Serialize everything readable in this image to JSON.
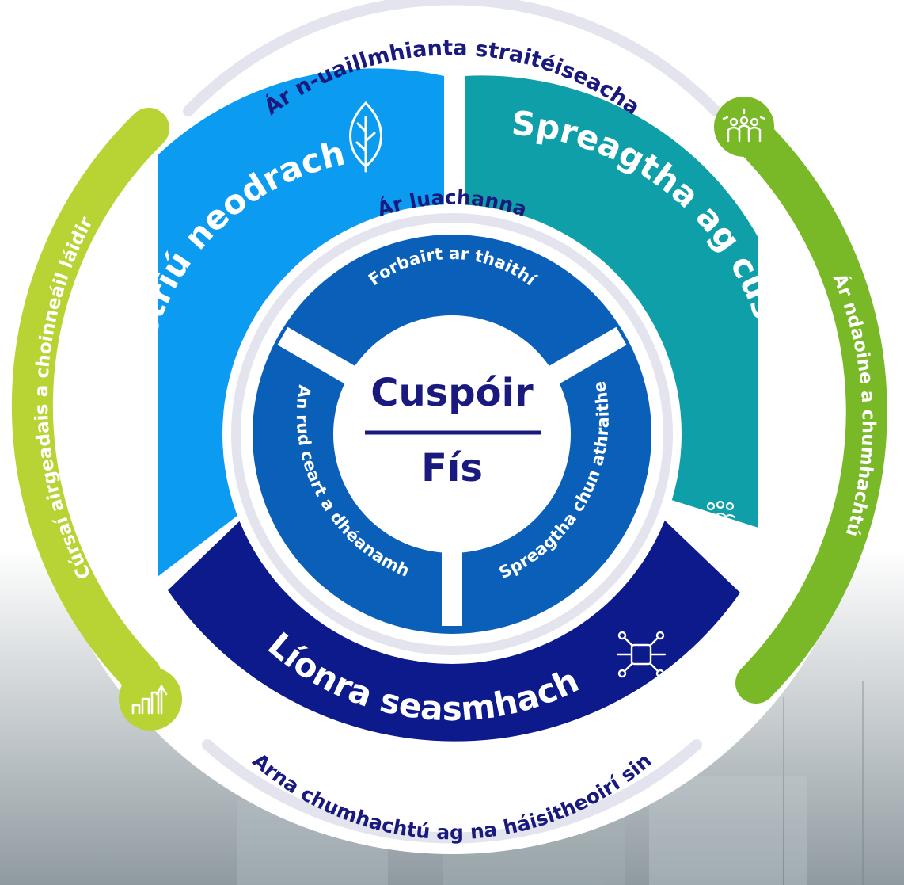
{
  "center": {
    "top": "Cuspóir",
    "bottom": "Fís"
  },
  "labels": {
    "ambitions_heading": "Ár n-uaillmhianta straitéiseacha",
    "values_heading": "Ár luachanna",
    "empowered_footer": "Arna chumhachtú ag na háisitheoirí sin"
  },
  "segments": {
    "neutral_transition": "An t-aistriú neodrach",
    "inspired_customers": "Spreagtha ag custaiméirí",
    "sustainable_network": "Líonra seasmhach"
  },
  "values": {
    "experience": "Forbairt ar thaithí",
    "right_thing": "An rud ceart a dhéanamh",
    "inspired_change": "Spreagtha chun athraithe"
  },
  "enablers": {
    "finance": "Cúrsaí airgeadais a choinneáil láidir",
    "people": "Ár ndaoine a chumhachtú"
  },
  "colors": {
    "navy": "#1a1a7e",
    "sky_blue": "#0b9bf0",
    "teal": "#0e9fa8",
    "dark_navy": "#0c1a8c",
    "mid_blue": "#0a5fb8",
    "lime": "#b7d334",
    "green": "#79b928",
    "ring_grey": "#e4e4ee",
    "white": "#ffffff"
  },
  "icons": {
    "leaf": "leaf-icon",
    "people_group": "people-group-icon",
    "hand_people": "hand-people-icon",
    "network": "network-icon",
    "growth_chart": "growth-chart-icon"
  }
}
